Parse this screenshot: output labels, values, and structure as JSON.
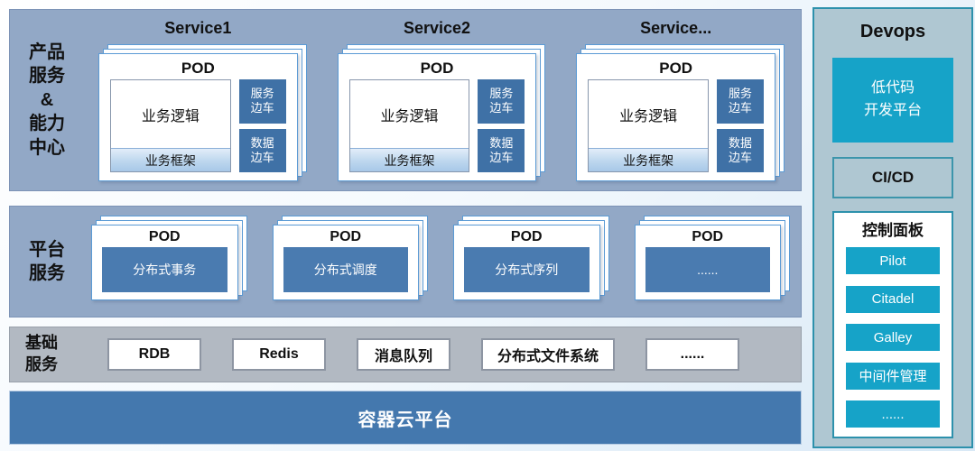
{
  "colors": {
    "panel_blue": "#92a8c6",
    "panel_border": "#7c93b6",
    "base_gray": "#b2b9c2",
    "steel_blue": "#4478ae",
    "sidecar_blue": "#3f71a6",
    "pod_bar_blue": "#4a7bb0",
    "card_border_blue": "#5b9bd5",
    "framework_light_blue": "#bdd7ee",
    "devops_bg": "#afc7d2",
    "devops_border_teal": "#2d91ac",
    "cyan": "#16a3c8"
  },
  "product_row": {
    "label_lines": [
      "产品",
      "服务",
      "&",
      "能力",
      "中心"
    ],
    "services": [
      {
        "title": "Service1"
      },
      {
        "title": "Service2"
      },
      {
        "title": "Service..."
      }
    ],
    "pod": {
      "label": "POD",
      "logic": "业务逻辑",
      "framework": "业务框架",
      "sidecars": [
        {
          "line1": "服务",
          "line2": "边车"
        },
        {
          "line1": "数据",
          "line2": "边车"
        }
      ]
    }
  },
  "platform_row": {
    "label_lines": [
      "平台",
      "服务"
    ],
    "pod_label": "POD",
    "pods": [
      "分布式事务",
      "分布式调度",
      "分布式序列",
      "......"
    ]
  },
  "base_row": {
    "label_lines": [
      "基础",
      "服务"
    ],
    "items": [
      "RDB",
      "Redis",
      "消息队列",
      "分布式文件系统",
      "......"
    ]
  },
  "bottom_bar": {
    "label": "容器云平台"
  },
  "devops": {
    "title": "Devops",
    "lowcode_lines": [
      "低代码",
      "开发平台"
    ],
    "cicd": "CI/CD",
    "control": {
      "title": "控制面板",
      "buttons": [
        "Pilot",
        "Citadel",
        "Galley",
        "中间件管理",
        "......"
      ]
    }
  }
}
